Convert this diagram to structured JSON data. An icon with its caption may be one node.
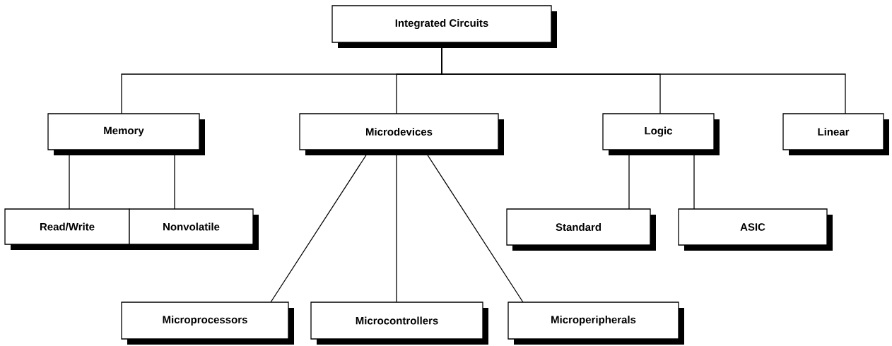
{
  "diagram": {
    "nodes": [
      {
        "text": [
          "Integrated Circuits"
        ]
      },
      {
        "text": [
          "Memory"
        ]
      },
      {
        "text": [
          "Microdevices"
        ]
      },
      {
        "text": [
          "Logic"
        ]
      },
      {
        "text": [
          "Linear"
        ]
      },
      {
        "text": [
          "Read/Write"
        ]
      },
      {
        "text": [
          "Nonvolatile"
        ]
      },
      {
        "text": [
          "Standard"
        ]
      },
      {
        "text": [
          "ASIC"
        ]
      },
      {
        "text": [
          "Microprocessors"
        ]
      },
      {
        "text": [
          "Microcontrollers"
        ]
      },
      {
        "text": [
          "Microperipherals"
        ]
      }
    ],
    "edges": [
      {
        "from": 0,
        "to": 1,
        "arrow": "none"
      },
      {
        "from": 0,
        "to": 2,
        "arrow": "none"
      },
      {
        "from": 0,
        "to": 3,
        "arrow": "none"
      },
      {
        "from": 0,
        "to": 4,
        "arrow": "none"
      },
      {
        "from": 1,
        "to": 5,
        "arrow": "none"
      },
      {
        "from": 1,
        "to": 6,
        "arrow": "none"
      },
      {
        "from": 3,
        "to": 7,
        "arrow": "none"
      },
      {
        "from": 3,
        "to": 8,
        "arrow": "none"
      },
      {
        "from": 2,
        "to": 9,
        "arrow": "none"
      },
      {
        "from": 2,
        "to": 10,
        "arrow": "none"
      },
      {
        "from": 2,
        "to": 11,
        "arrow": "none"
      }
    ]
  }
}
